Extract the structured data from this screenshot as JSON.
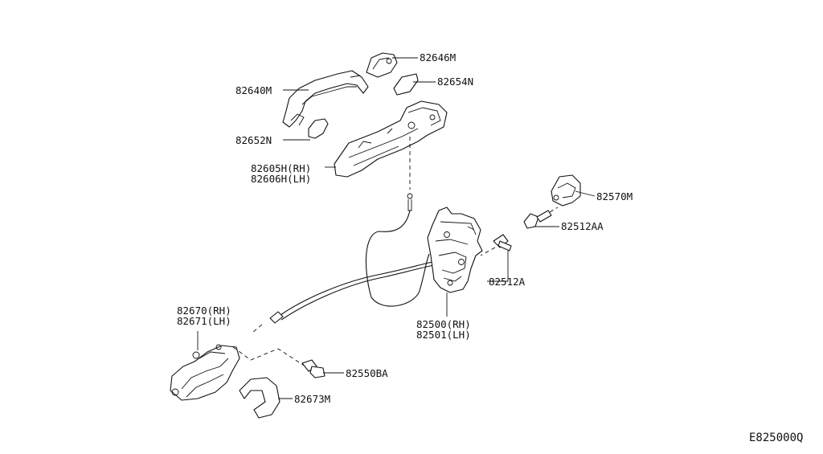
{
  "diagram_id": "E825000Q",
  "parts": {
    "outside_handle": "82640M",
    "escutcheon_cover": "82646M",
    "gasket_rear": "82654N",
    "gasket_front": "82652N",
    "handle_bracket_rh": "82605H(RH)",
    "handle_bracket_lh": "82606H(LH)",
    "lock_protector": "82570M",
    "lock_screw_aa": "82512AA",
    "lock_screw": "82512A",
    "door_lock_rh": "82500(RH)",
    "door_lock_lh": "82501(LH)",
    "inside_handle_rh": "82670(RH)",
    "inside_handle_lh": "82671(LH)",
    "handle_bolt": "82550BA",
    "inside_escutcheon": "82673M"
  }
}
